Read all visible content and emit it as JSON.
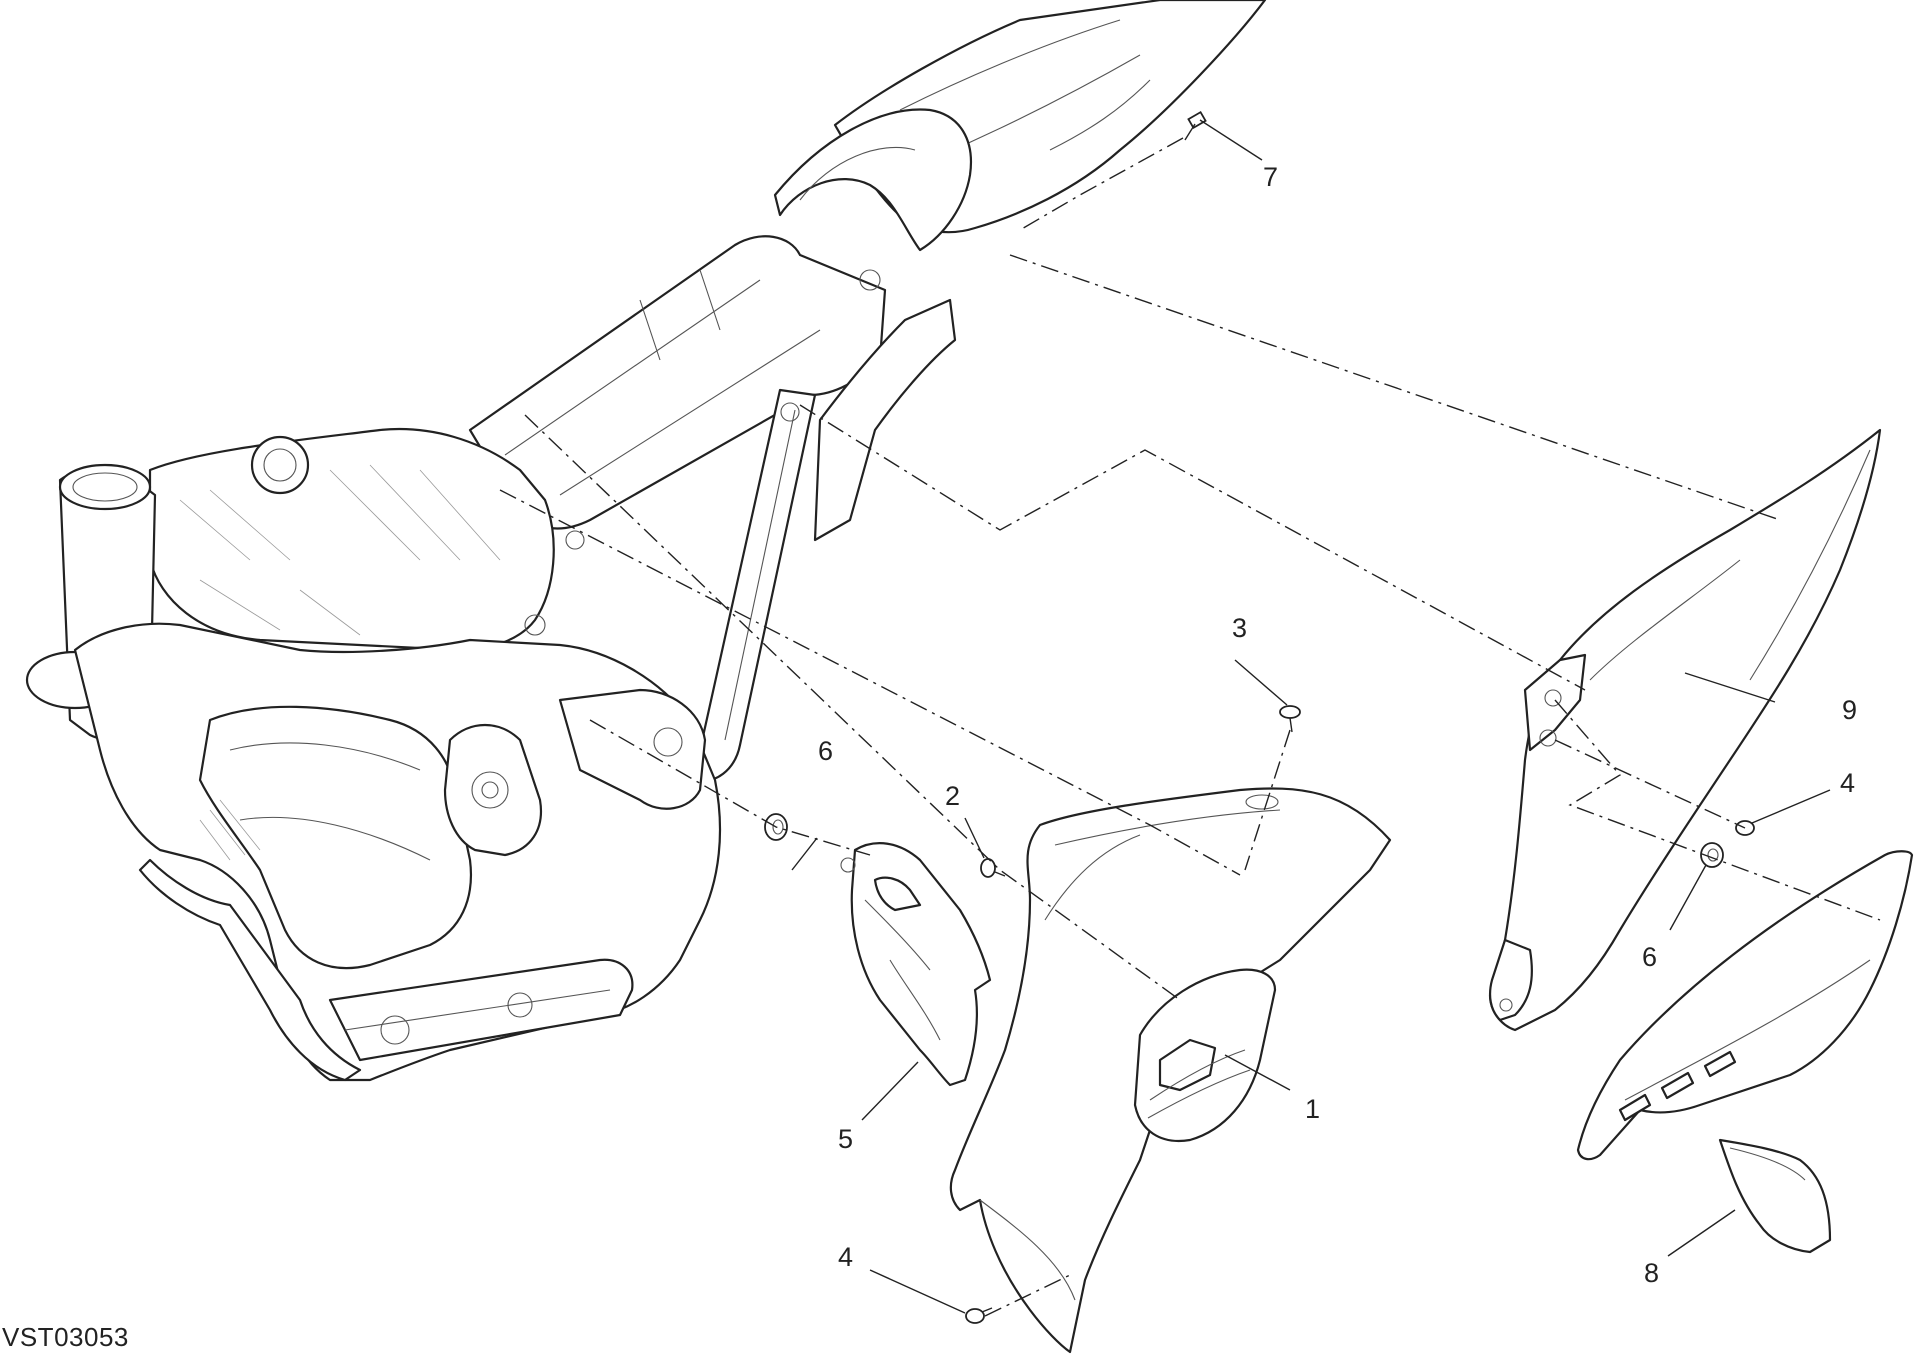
{
  "diagram": {
    "document_code": "VST03053",
    "callouts": [
      {
        "id": "c1",
        "label": "1"
      },
      {
        "id": "c2",
        "label": "2"
      },
      {
        "id": "c3",
        "label": "3"
      },
      {
        "id": "c4a",
        "label": "4"
      },
      {
        "id": "c4b",
        "label": "4"
      },
      {
        "id": "c5",
        "label": "5"
      },
      {
        "id": "c6a",
        "label": "6"
      },
      {
        "id": "c6b",
        "label": "6"
      },
      {
        "id": "c7",
        "label": "7"
      },
      {
        "id": "c8",
        "label": "8"
      },
      {
        "id": "c9",
        "label": "9"
      }
    ]
  }
}
